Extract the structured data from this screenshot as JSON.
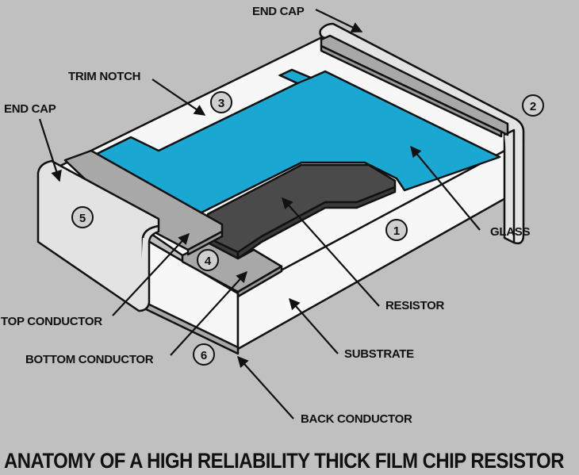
{
  "title": "ANATOMY OF A HIGH RELIABILITY THICK FILM CHIP RESISTOR",
  "colors": {
    "background": "#c0c0c0",
    "glass": "#1aa7d2",
    "resistor": "#4a4a4a",
    "conductor": "#a8a8a8",
    "end_cap": "#e3e3e3",
    "substrate": "#f7f7f7",
    "outline": "#111111"
  },
  "labels": {
    "end_cap_top": "END CAP",
    "trim_notch": "TRIM NOTCH",
    "end_cap_left": "END CAP",
    "glass": "GLASS",
    "resistor": "RESISTOR",
    "top_conductor": "TOP CONDUCTOR",
    "bottom_conductor": "BOTTOM CONDUCTOR",
    "substrate": "SUBSTRATE",
    "back_conductor": "BACK CONDUCTOR"
  },
  "callouts": [
    {
      "number": "1",
      "part": "substrate"
    },
    {
      "number": "2",
      "part": "end cap (far)"
    },
    {
      "number": "3",
      "part": "trim notch"
    },
    {
      "number": "4",
      "part": "bottom conductor"
    },
    {
      "number": "5",
      "part": "end cap (near)"
    },
    {
      "number": "6",
      "part": "back conductor"
    }
  ]
}
